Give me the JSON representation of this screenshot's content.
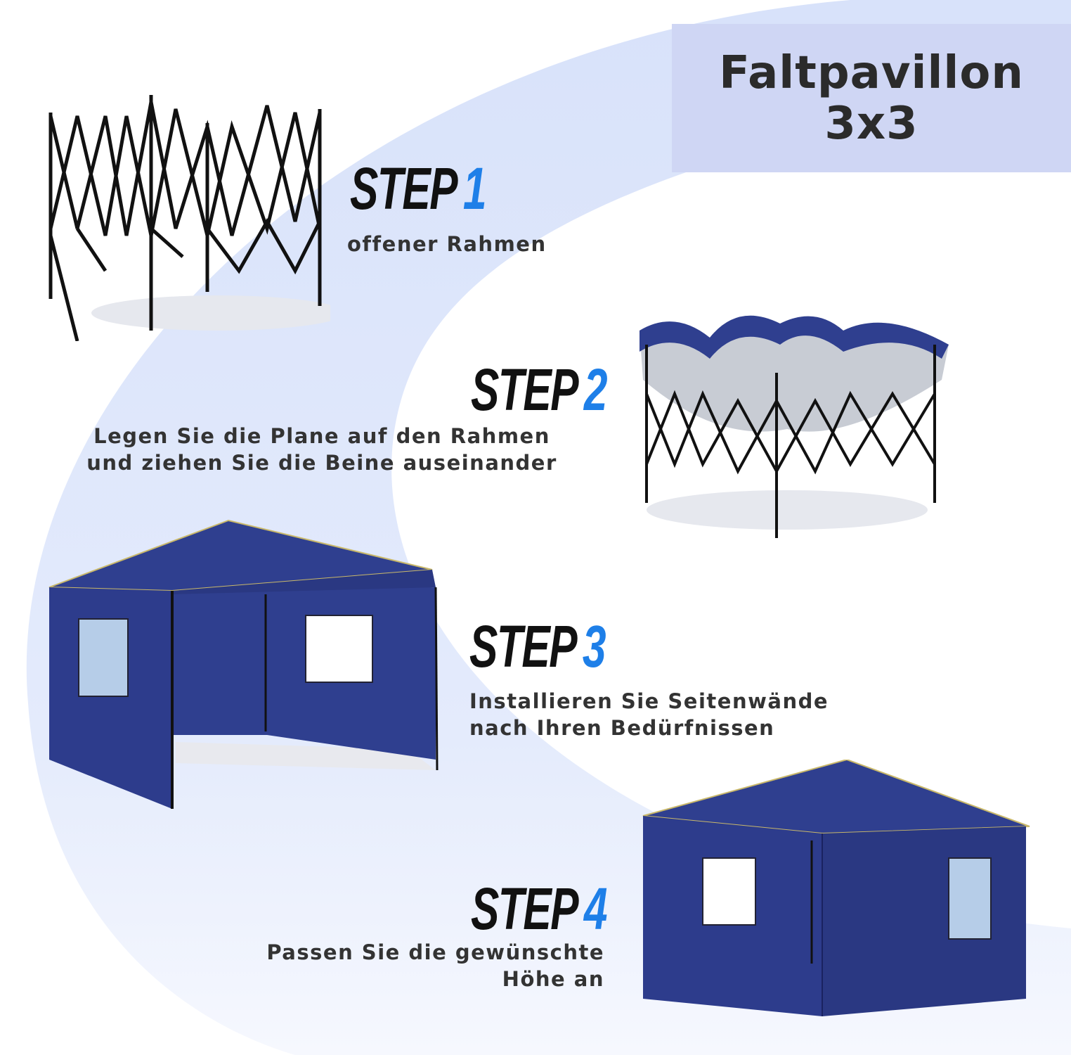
{
  "title": {
    "line1": "Faltpavillon",
    "line2": "3x3"
  },
  "steps": [
    {
      "word": "STEP",
      "number": "1",
      "text_lines": [
        "offener Rahmen"
      ]
    },
    {
      "word": "STEP",
      "number": "2",
      "text_lines": [
        "Legen Sie die Plane auf den Rahmen",
        "und ziehen Sie die Beine auseinander"
      ]
    },
    {
      "word": "STEP",
      "number": "3",
      "text_lines": [
        "Installieren Sie Seitenwände",
        "nach Ihren Bedürfnissen"
      ]
    },
    {
      "word": "STEP",
      "number": "4",
      "text_lines": [
        "Passen Sie die gewünschte",
        "Höhe an"
      ]
    }
  ],
  "colors": {
    "accent": "#1e7fe8",
    "tent": "#2f3f8f",
    "swoosh": "#dfe7fb",
    "title_bg": "#cfd6f4"
  }
}
